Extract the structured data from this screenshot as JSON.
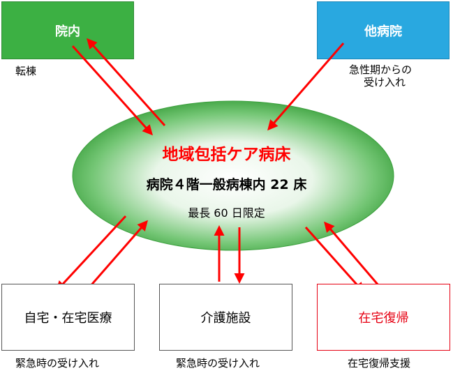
{
  "top_left": {
    "label": "院内",
    "caption": "転棟",
    "color": "#3cb043"
  },
  "top_right": {
    "label": "他病院",
    "caption_line1": "急性期からの",
    "caption_line2": "受け入れ",
    "color": "#29a8e0"
  },
  "center": {
    "title": "地域包括ケア病床",
    "subtitle": "病院４階一般病棟内 22 床",
    "note": "最長 60 日限定"
  },
  "bottom_left": {
    "label": "自宅・在宅医療",
    "caption": "緊急時の受け入れ"
  },
  "bottom_middle": {
    "label": "介護施設",
    "caption": "緊急時の受け入れ"
  },
  "bottom_right": {
    "label": "在宅復帰",
    "caption": "在宅復帰支援",
    "color": "#e60012"
  },
  "colors": {
    "arrow": "#ff0000",
    "title_red": "#ff0000"
  }
}
